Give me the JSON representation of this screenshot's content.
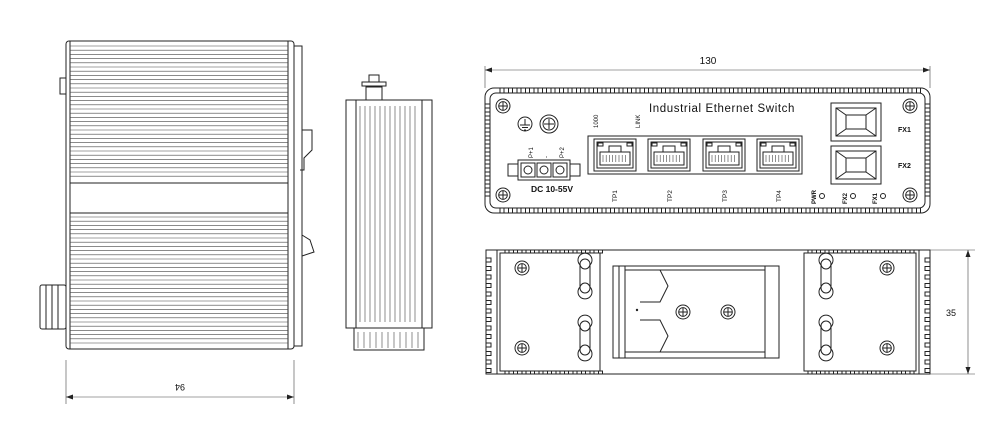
{
  "dimensions": {
    "width": "130",
    "length": "94",
    "height": "35"
  },
  "front_panel": {
    "title": "Industrial Ethernet Switch",
    "power_label": "DC 10-55V",
    "power_terminals": [
      "P+1",
      "-",
      "P+2"
    ],
    "led_labels": [
      "1000",
      "LINK"
    ],
    "rj45_ports": [
      "TP1",
      "TP2",
      "TP3",
      "TP4"
    ],
    "status_leds": [
      "PWR",
      "FX2",
      "FX1"
    ],
    "fiber_ports": [
      "FX1",
      "FX2"
    ]
  }
}
